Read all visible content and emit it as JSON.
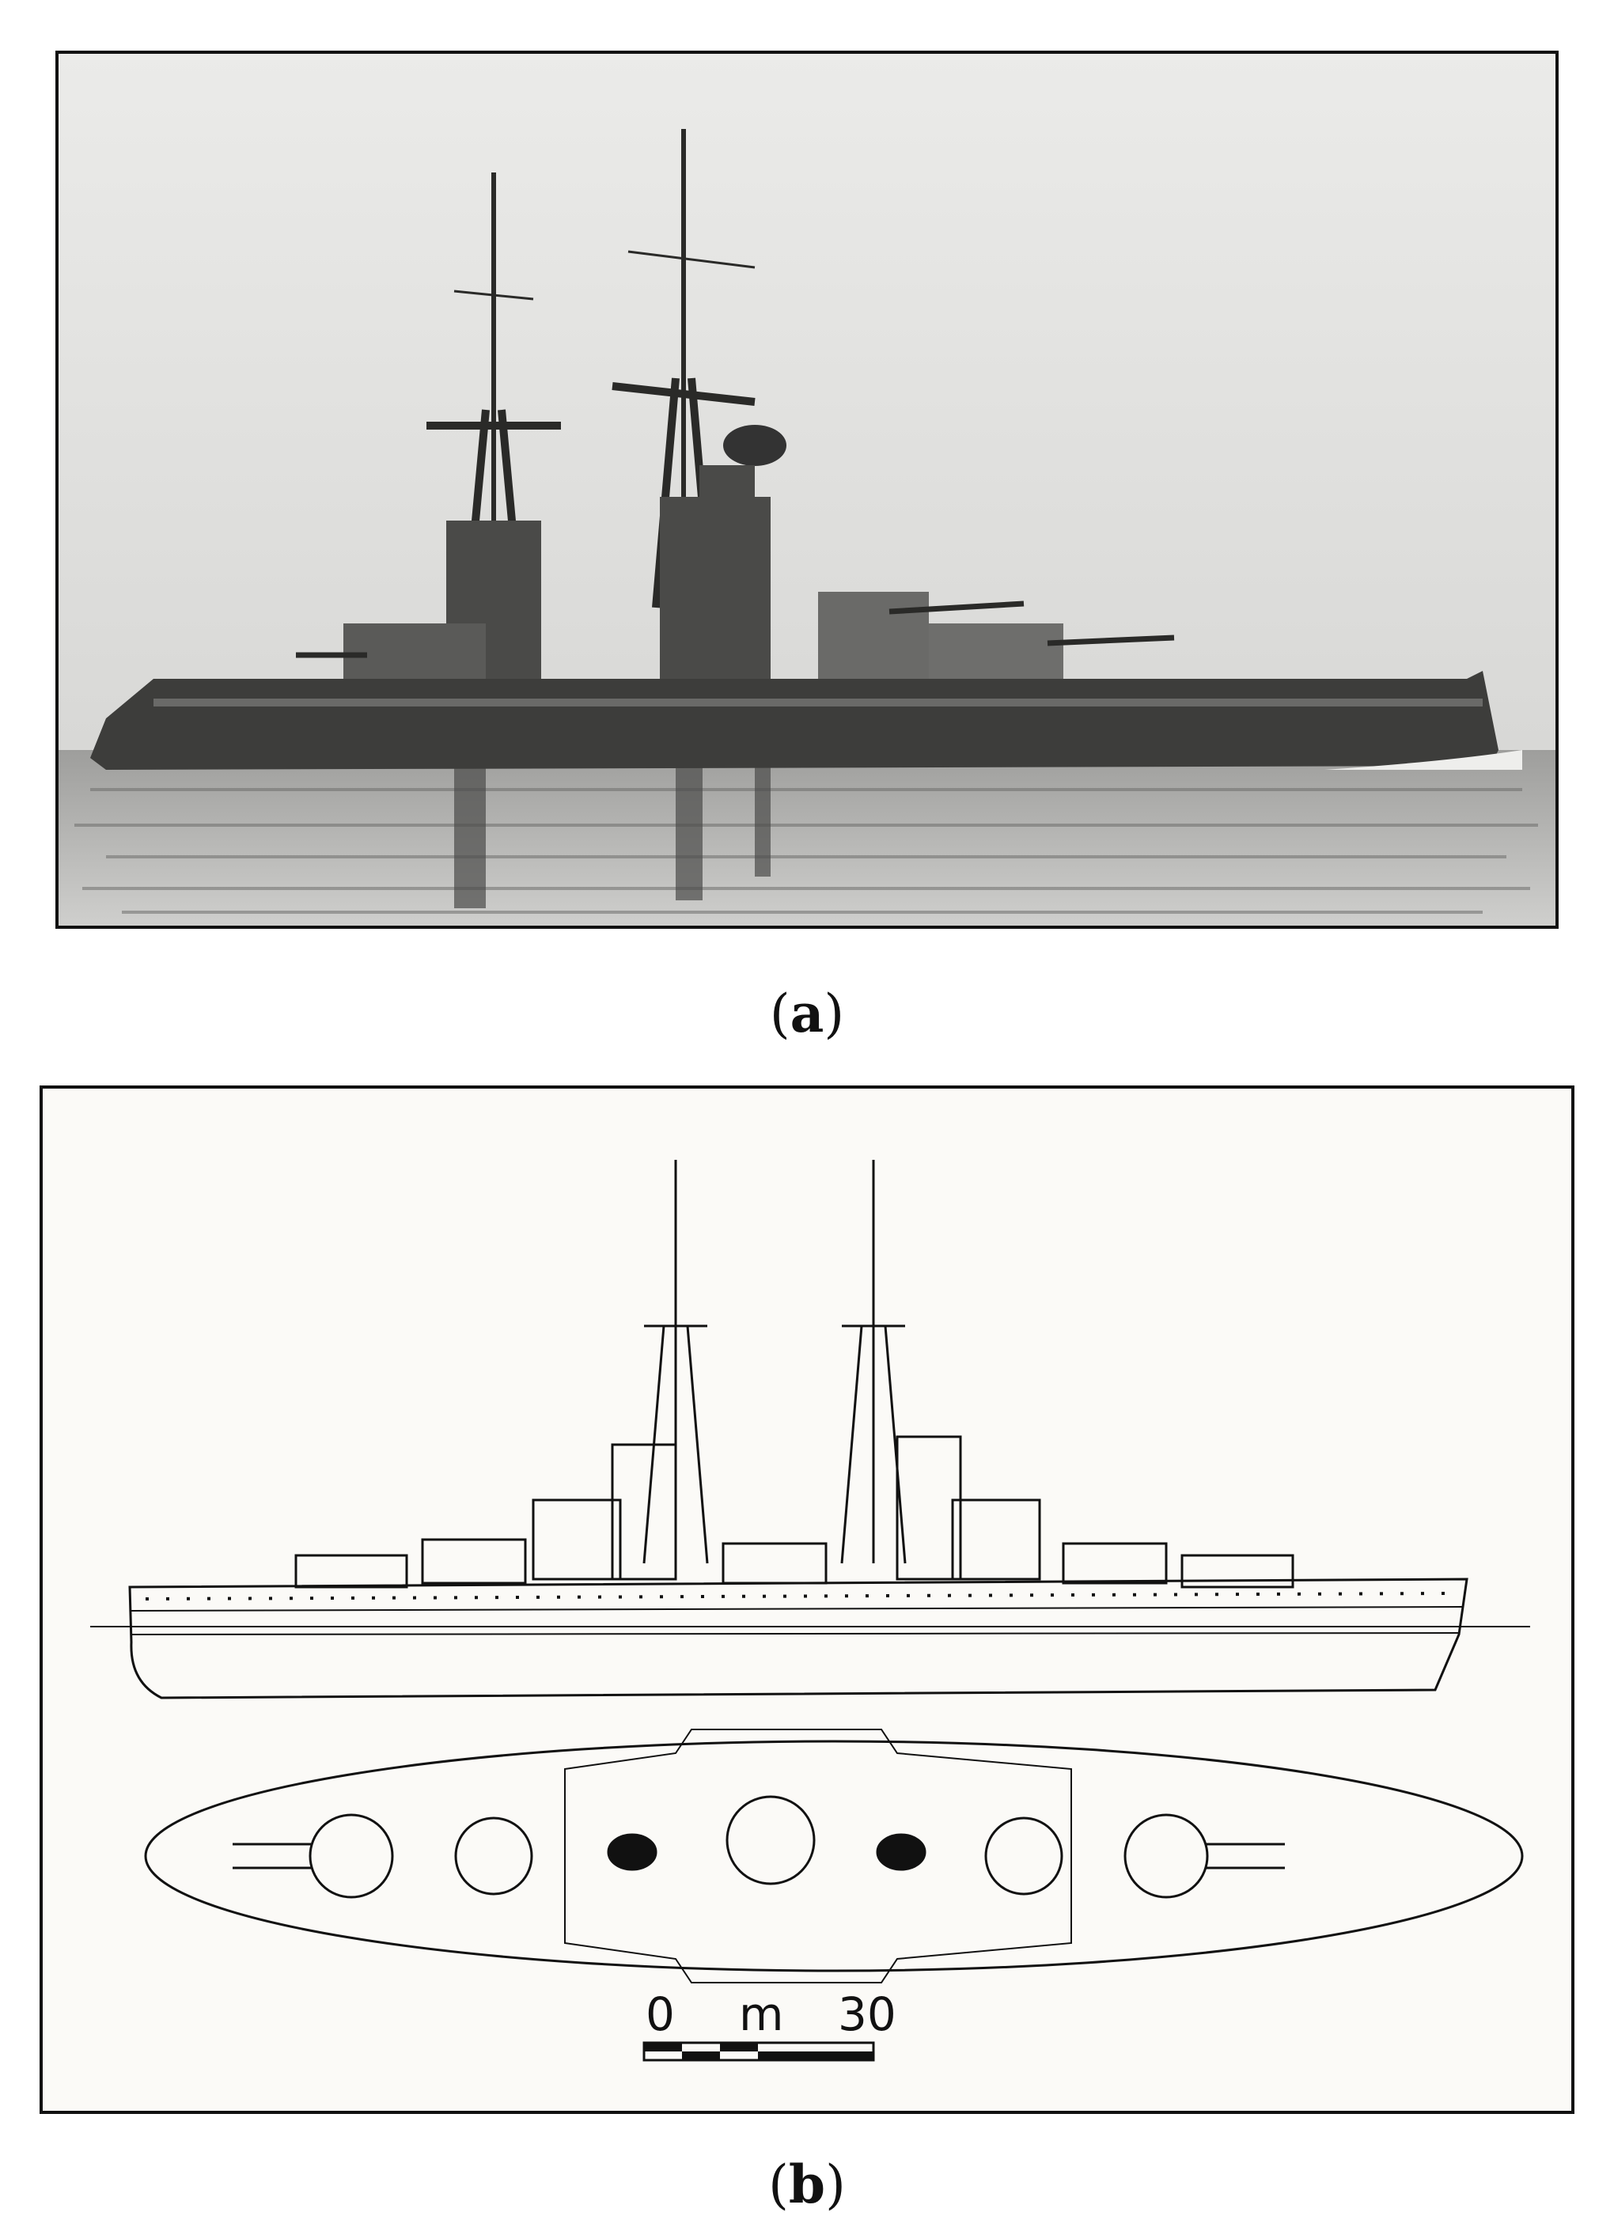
{
  "figure": {
    "panel_a": {
      "caption_open": "(",
      "caption_letter": "a",
      "caption_close": ")"
    },
    "panel_b": {
      "caption_open": "(",
      "caption_letter": "b",
      "caption_close": ")",
      "scale_bar": {
        "start_label": "0",
        "unit_label": "m",
        "end_label": "30"
      }
    }
  },
  "colors": {
    "sky": "#e4e4e2",
    "sea": "#bdbdbb",
    "hull": "#3b3b39",
    "ink": "#111111",
    "paper": "#fbfaf7"
  }
}
